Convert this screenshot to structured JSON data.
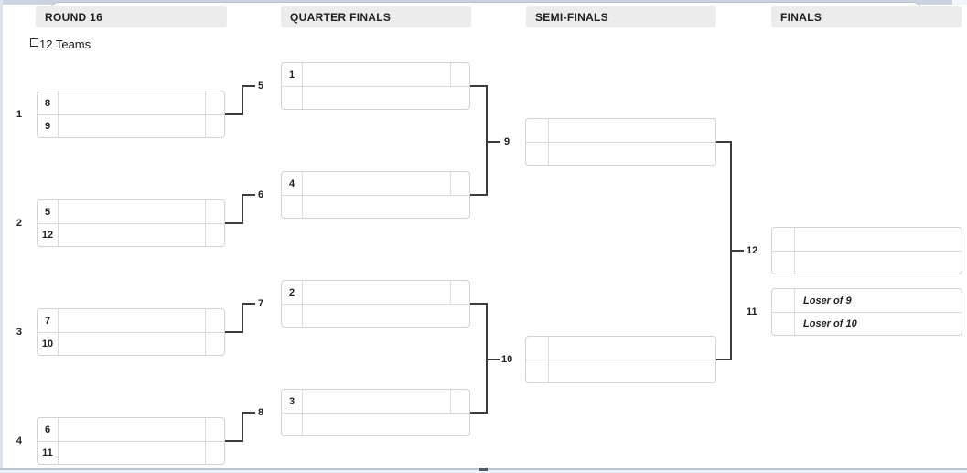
{
  "headers": {
    "round16": "ROUND 16",
    "quarterfinals": "QUARTER FINALS",
    "semifinals": "SEMI-FINALS",
    "finals": "FINALS"
  },
  "teams_note": "12 Teams",
  "matches": {
    "m1": {
      "number": "1",
      "rows": [
        {
          "seed": "8",
          "name": "",
          "score": ""
        },
        {
          "seed": "9",
          "name": "",
          "score": ""
        }
      ]
    },
    "m2": {
      "number": "2",
      "rows": [
        {
          "seed": "5",
          "name": "",
          "score": ""
        },
        {
          "seed": "12",
          "name": "",
          "score": ""
        }
      ]
    },
    "m3": {
      "number": "3",
      "rows": [
        {
          "seed": "7",
          "name": "",
          "score": ""
        },
        {
          "seed": "10",
          "name": "",
          "score": ""
        }
      ]
    },
    "m4": {
      "number": "4",
      "rows": [
        {
          "seed": "6",
          "name": "",
          "score": ""
        },
        {
          "seed": "11",
          "name": "",
          "score": ""
        }
      ]
    },
    "m5": {
      "number": "5",
      "rows": [
        {
          "seed": "1",
          "name": "",
          "score": ""
        },
        {
          "seed": "",
          "name": ""
        }
      ]
    },
    "m6": {
      "number": "6",
      "rows": [
        {
          "seed": "4",
          "name": "",
          "score": ""
        },
        {
          "seed": "",
          "name": ""
        }
      ]
    },
    "m7": {
      "number": "7",
      "rows": [
        {
          "seed": "2",
          "name": "",
          "score": ""
        },
        {
          "seed": "",
          "name": ""
        }
      ]
    },
    "m8": {
      "number": "8",
      "rows": [
        {
          "seed": "3",
          "name": "",
          "score": ""
        },
        {
          "seed": "",
          "name": ""
        }
      ]
    },
    "m9": {
      "number": "9",
      "rows": [
        {
          "seed": "",
          "name": ""
        },
        {
          "seed": "",
          "name": ""
        }
      ]
    },
    "m10": {
      "number": "10",
      "rows": [
        {
          "seed": "",
          "name": ""
        },
        {
          "seed": "",
          "name": ""
        }
      ]
    },
    "m11": {
      "number": "11",
      "rows": [
        {
          "seed": "",
          "name": "Loser of 9"
        },
        {
          "seed": "",
          "name": "Loser of 10"
        }
      ]
    },
    "m12": {
      "number": "12",
      "rows": [
        {
          "seed": "",
          "name": ""
        },
        {
          "seed": "",
          "name": ""
        }
      ]
    }
  },
  "colors": {
    "connector": "#3c3c3c",
    "header_bg": "#ececec",
    "box_border": "#d2d2d2",
    "frame_strip": "#ccd3e0"
  }
}
